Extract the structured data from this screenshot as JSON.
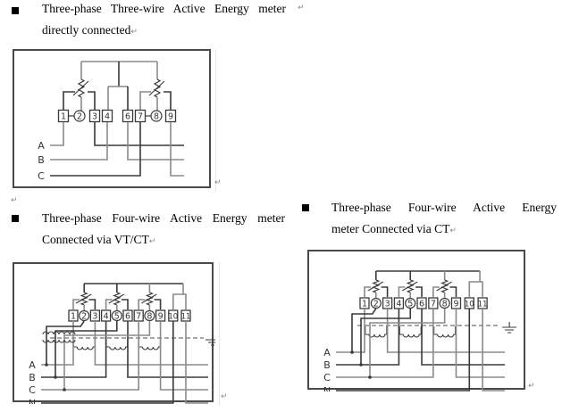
{
  "sections": [
    {
      "bullet_icon": "square-bullet",
      "line1": "Three-phase Three-wire Active Energy meter",
      "line2": "directly connected",
      "diagram": {
        "title": "Three-phase three-wire direct connection wiring diagram",
        "terminals": [
          "1",
          "2",
          "3",
          "4",
          "6",
          "7",
          "8",
          "9"
        ],
        "circled_terminals": [
          "2",
          "8"
        ],
        "lines": [
          "A",
          "B",
          "C"
        ]
      }
    },
    {
      "bullet_icon": "square-bullet",
      "line1": "Three-phase Four-wire Active Energy meter",
      "line2": "Connected via VT/CT",
      "diagram": {
        "title": "Three-phase four-wire VT/CT wiring diagram",
        "terminals": [
          "1",
          "2",
          "3",
          "4",
          "5",
          "6",
          "7",
          "8",
          "9",
          "10",
          "11"
        ],
        "circled_terminals": [
          "2",
          "5",
          "8"
        ],
        "lines": [
          "A",
          "B",
          "C",
          "N"
        ]
      }
    },
    {
      "bullet_icon": "square-bullet",
      "line1": "Three-phase Four-wire Active Energy",
      "line2": "meter Connected via CT",
      "diagram": {
        "title": "Three-phase four-wire CT wiring diagram",
        "terminals": [
          "1",
          "2",
          "3",
          "4",
          "5",
          "6",
          "7",
          "8",
          "9",
          "10",
          "11"
        ],
        "circled_terminals": [
          "2",
          "5",
          "8"
        ],
        "lines": [
          "A",
          "B",
          "C",
          "N"
        ]
      }
    }
  ],
  "paragraph_mark": "↵"
}
